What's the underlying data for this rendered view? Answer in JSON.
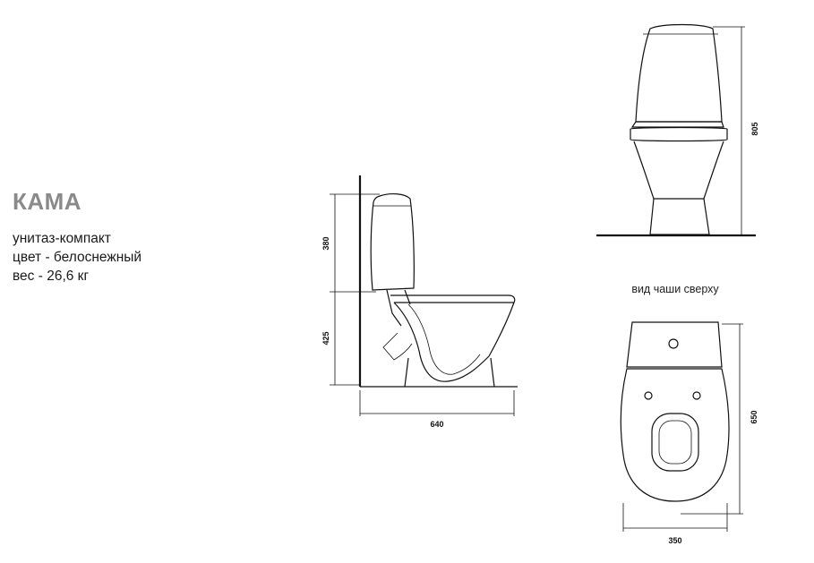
{
  "product": {
    "name": "КАМА",
    "specs": {
      "type": "унитаз-компакт",
      "color": "цвет - белоснежный",
      "weight": "вес - 26,6 кг"
    }
  },
  "side_view": {
    "dimensions": {
      "tank_height": "380",
      "bowl_height": "425",
      "depth": "640"
    }
  },
  "front_view": {
    "dimensions": {
      "total_height": "805"
    }
  },
  "top_view": {
    "caption": "вид чаши сверху",
    "dimensions": {
      "length": "650",
      "width": "350"
    }
  }
}
